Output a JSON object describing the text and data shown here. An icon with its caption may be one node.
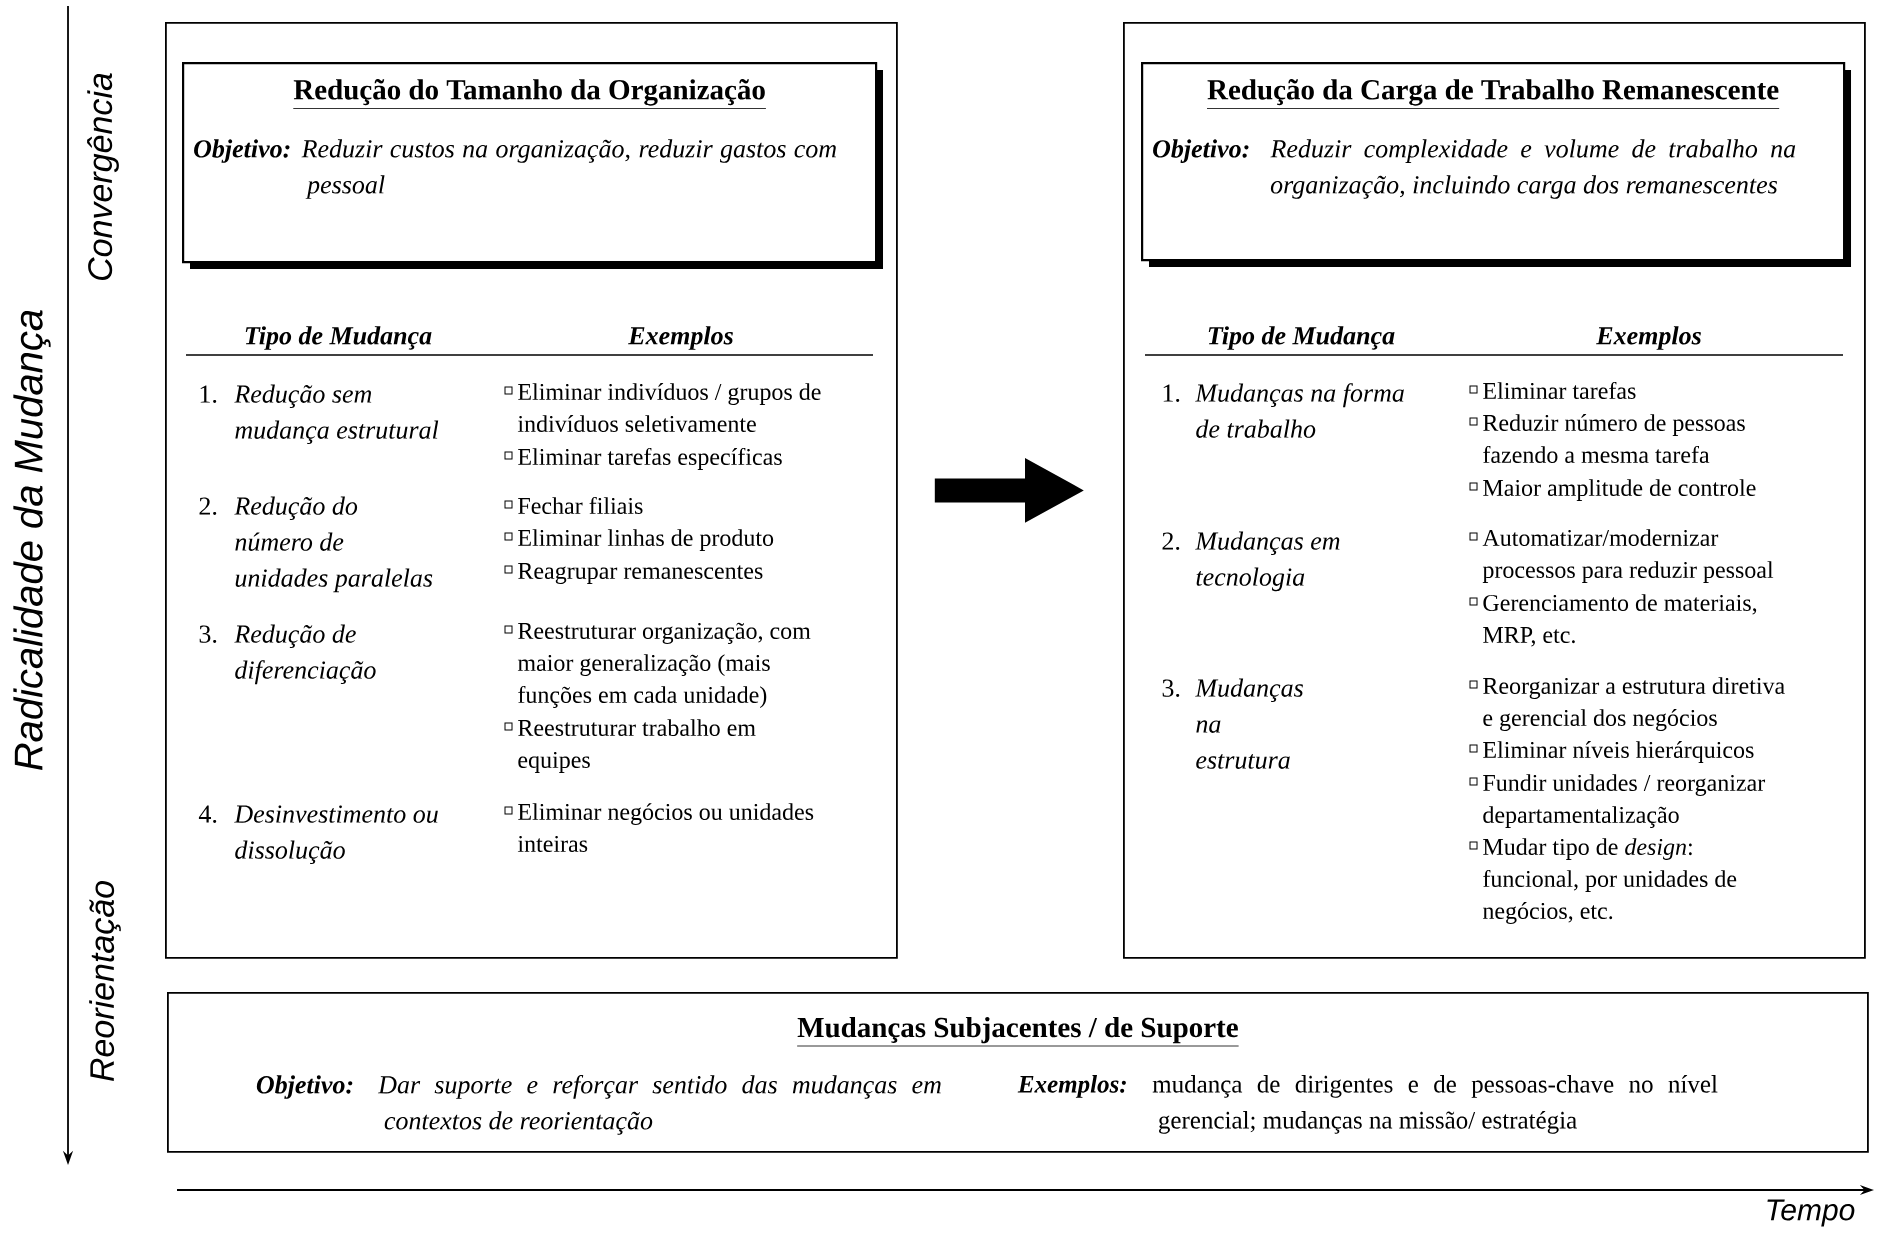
{
  "diagram": {
    "nodes": [
      {
        "text": [],
        "shape": "box"
      },
      {
        "text": [
          "Redução do Tamanho da Organização",
          "**Objetivo:** Reduzir custos na organização, reduzir gastos com pessoal"
        ],
        "in": 0
      },
      {
        "text": [],
        "shape": "box"
      },
      {
        "text": [
          "Redução da Carga de Trabalho Remanescente",
          "**Objetivo:** Reduzir complexidade e volume de trabalho na organização, incluindo carga dos remanescentes"
        ],
        "in": 2
      },
      {
        "text": [
          "Mudanças Subjacentes / de Suporte",
          "**Objetivo:** Dar suporte e reforçar sentido das mudanças em contextos de reorientação",
          "**Exemplos:** mudança de dirigentes e de pessoas-chave no nível gerencial; mudanças na missão/ estratégia"
        ]
      }
    ],
    "edges": [
      {
        "from": 0,
        "to": 2,
        "arrow": "to"
      }
    ],
    "labels": [
      "Convergência",
      "Radicalidade da Mudança",
      "Reorientação",
      "Tipo de Mudança",
      "Exemplos",
      "1.",
      "Redução sem mudança estrutural",
      "Eliminar indivíduos / grupos de indivíduos seletivamente",
      "Eliminar tarefas específicas",
      "2.",
      "Redução do número de unidades paralelas",
      "Fechar filiais",
      "Eliminar linhas de produto",
      "Reagrupar remanescentes",
      "3.",
      "Redução de diferenciação",
      "Reestruturar organização, com maior generalização (mais funções em cada unidade)",
      "Reestruturar trabalho em equipes",
      "4.",
      "Desinvestimento ou dissolução",
      "Eliminar negócios ou unidades inteiras",
      "Tipo de Mudança",
      "Exemplos",
      "1.",
      "Mudanças na forma de trabalho",
      "Eliminar tarefas",
      "Reduzir número de pessoas fazendo a mesma tarefa",
      "Maior amplitude de controle",
      "2.",
      "Mudanças em tecnologia",
      "Automatizar/modernizar processos para reduzir pessoal",
      "Gerenciamento de materiais, MRP, etc.",
      "3.",
      "Mudanças na estrutura",
      "Reorganizar a estrutura diretiva e gerencial dos negócios",
      "Eliminar níveis hierárquicos",
      "Fundir unidades / reorganizar departamentalização",
      "Mudar tipo de *design*: funcional, por unidades de negócios, etc.",
      "Tempo"
    ]
  }
}
